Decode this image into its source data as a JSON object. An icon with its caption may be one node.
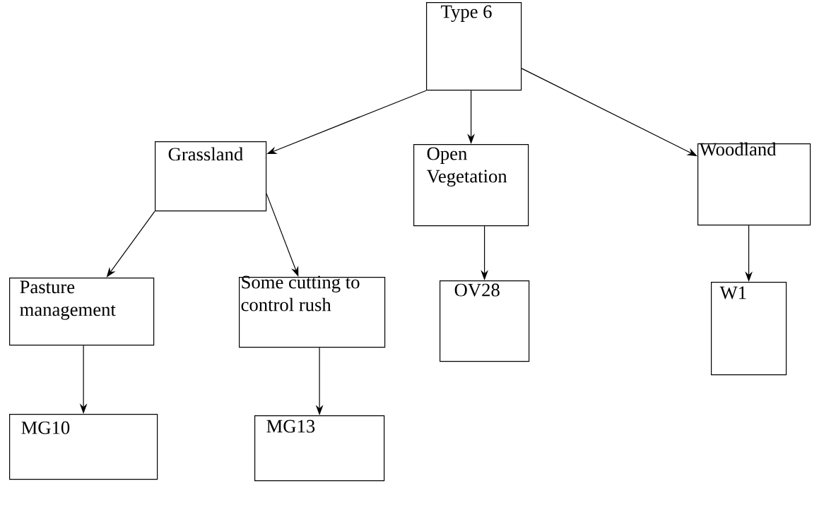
{
  "diagram": {
    "nodes": [
      {
        "text": [
          "Type 6"
        ]
      },
      {
        "text": [
          "Grassland"
        ]
      },
      {
        "text": [
          "Open Vegetation"
        ]
      },
      {
        "text": [
          "Woodland"
        ]
      },
      {
        "text": [
          "Pasture management"
        ]
      },
      {
        "text": [
          "Some cutting to control rush"
        ]
      },
      {
        "text": [
          "OV28"
        ]
      },
      {
        "text": [
          "W1"
        ]
      },
      {
        "text": [
          "MG10"
        ]
      },
      {
        "text": [
          "MG13"
        ]
      }
    ],
    "edges": [
      {
        "from": 0,
        "to": 1,
        "arrow": "to"
      },
      {
        "from": 0,
        "to": 2,
        "arrow": "to"
      },
      {
        "from": 0,
        "to": 3,
        "arrow": "to"
      },
      {
        "from": 1,
        "to": 4,
        "arrow": "to"
      },
      {
        "from": 1,
        "to": 5,
        "arrow": "to"
      },
      {
        "from": 2,
        "to": 6,
        "arrow": "to"
      },
      {
        "from": 3,
        "to": 7,
        "arrow": "to"
      },
      {
        "from": 4,
        "to": 8,
        "arrow": "to"
      },
      {
        "from": 5,
        "to": 9,
        "arrow": "to"
      }
    ]
  }
}
